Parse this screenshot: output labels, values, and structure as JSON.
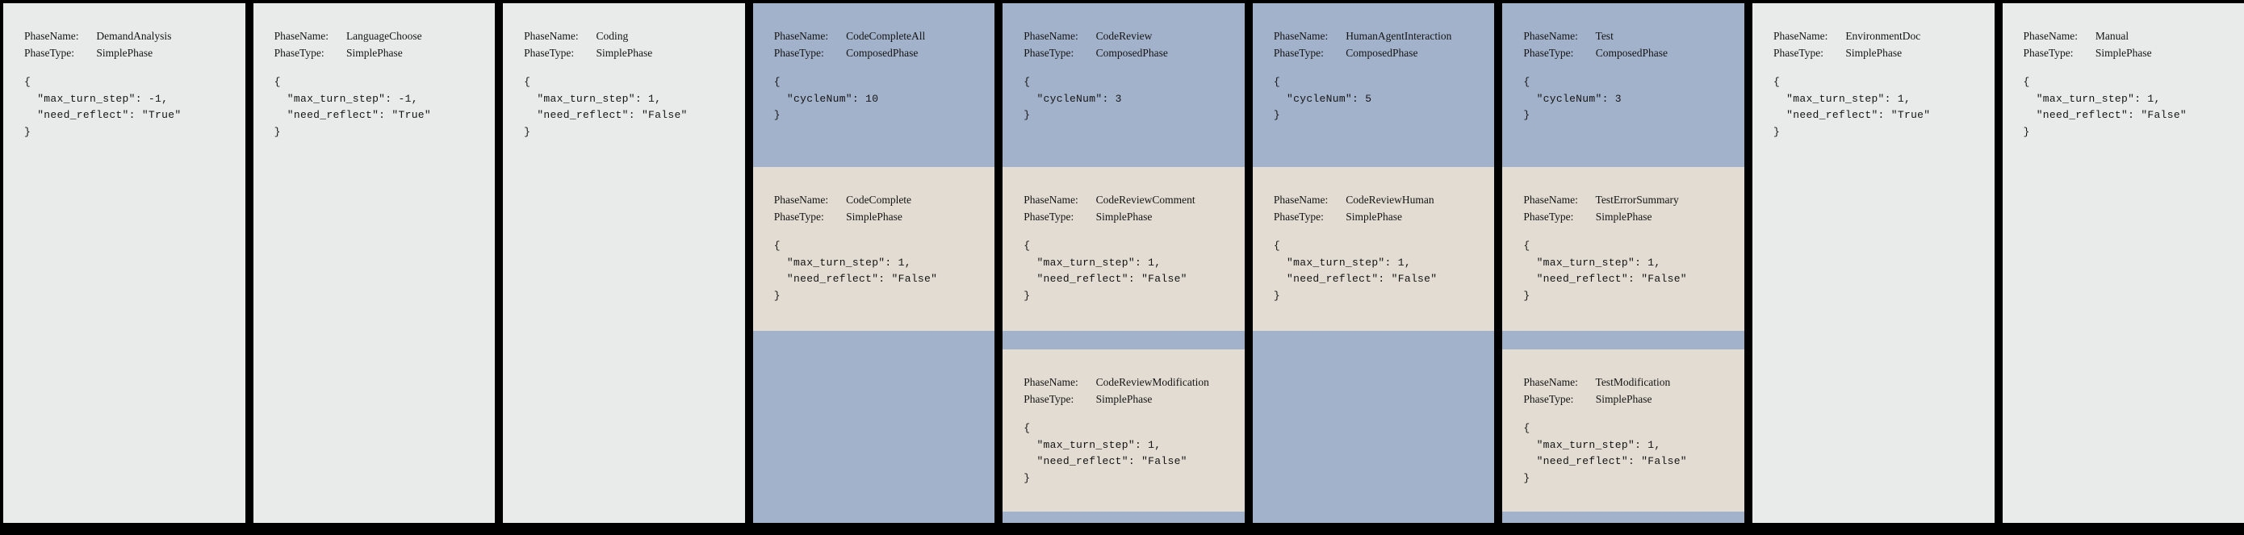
{
  "palette": {
    "page_bg": "#000000",
    "simple_phase_bg": "#e8ebe9",
    "composed_phase_bg": "#a2b2cb",
    "subphase_bg": "#e2dcd2",
    "text": "#141414"
  },
  "labels": {
    "phase_name": "PhaseName:",
    "phase_type": "PhaseType:"
  },
  "phases": [
    {
      "name": "DemandAnalysis",
      "type": "SimplePhase",
      "config": "{\n  \"max_turn_step\": -1,\n  \"need_reflect\": \"True\"\n}"
    },
    {
      "name": "LanguageChoose",
      "type": "SimplePhase",
      "config": "{\n  \"max_turn_step\": -1,\n  \"need_reflect\": \"True\"\n}"
    },
    {
      "name": "Coding",
      "type": "SimplePhase",
      "config": "{\n  \"max_turn_step\": 1,\n  \"need_reflect\": \"False\"\n}"
    },
    {
      "name": "CodeCompleteAll",
      "type": "ComposedPhase",
      "config": "{\n  \"cycleNum\": 10\n}",
      "subphases": [
        {
          "name": "CodeComplete",
          "type": "SimplePhase",
          "config": "{\n  \"max_turn_step\": 1,\n  \"need_reflect\": \"False\"\n}"
        }
      ]
    },
    {
      "name": "CodeReview",
      "type": "ComposedPhase",
      "config": "{\n  \"cycleNum\": 3\n}",
      "subphases": [
        {
          "name": "CodeReviewComment",
          "type": "SimplePhase",
          "config": "{\n  \"max_turn_step\": 1,\n  \"need_reflect\": \"False\"\n}"
        },
        {
          "name": "CodeReviewModification",
          "type": "SimplePhase",
          "config": "{\n  \"max_turn_step\": 1,\n  \"need_reflect\": \"False\"\n}"
        }
      ]
    },
    {
      "name": "HumanAgentInteraction",
      "type": "ComposedPhase",
      "config": "{\n  \"cycleNum\": 5\n}",
      "subphases": [
        {
          "name": "CodeReviewHuman",
          "type": "SimplePhase",
          "config": "{\n  \"max_turn_step\": 1,\n  \"need_reflect\": \"False\"\n}"
        }
      ]
    },
    {
      "name": "Test",
      "type": "ComposedPhase",
      "config": "{\n  \"cycleNum\": 3\n}",
      "subphases": [
        {
          "name": "TestErrorSummary",
          "type": "SimplePhase",
          "config": "{\n  \"max_turn_step\": 1,\n  \"need_reflect\": \"False\"\n}"
        },
        {
          "name": "TestModification",
          "type": "SimplePhase",
          "config": "{\n  \"max_turn_step\": 1,\n  \"need_reflect\": \"False\"\n}"
        }
      ]
    },
    {
      "name": "EnvironmentDoc",
      "type": "SimplePhase",
      "config": "{\n  \"max_turn_step\": 1,\n  \"need_reflect\": \"True\"\n}"
    },
    {
      "name": "Manual",
      "type": "SimplePhase",
      "config": "{\n  \"max_turn_step\": 1,\n  \"need_reflect\": \"False\"\n}"
    }
  ]
}
